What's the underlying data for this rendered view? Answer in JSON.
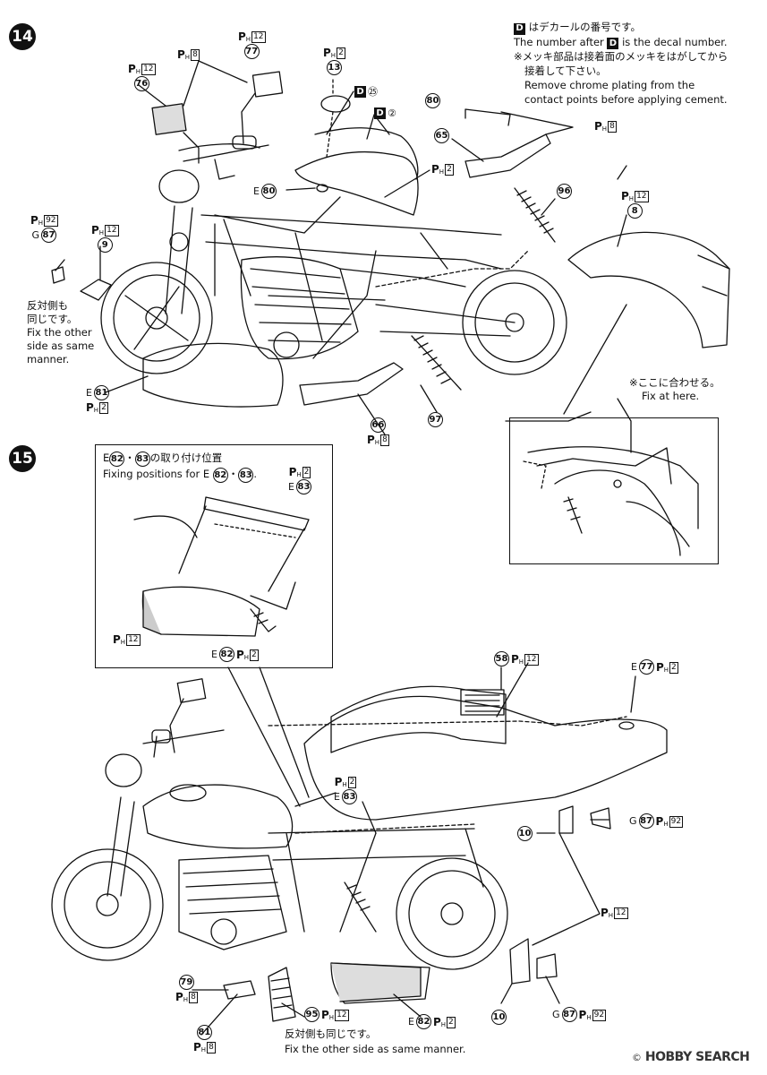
{
  "header": {
    "decal_note_jp": "はデカールの番号です。",
    "decal_note_en_a": "The number after",
    "decal_note_en_b": "is the decal number.",
    "decal_key": "D",
    "chrome_note_jp_1": "※メッキ部品は接着面のメッキをはがしてから",
    "chrome_note_jp_2": "接着して下さい。",
    "chrome_note_en_1": "Remove chrome plating from the",
    "chrome_note_en_2": "contact points before applying cement."
  },
  "steps": {
    "s14": "14",
    "s15": "15"
  },
  "ph": {
    "prefix": "P",
    "sub": "H"
  },
  "step14": {
    "labels": {
      "p77": "77",
      "p77_ph": "12",
      "p76": "76",
      "p76_ph": "12",
      "p13": "13",
      "p13_ph": "2",
      "ph8_top": "8",
      "d25": "㉕",
      "d2": "②",
      "p80": "80",
      "p80_ph": "8",
      "p65": "65",
      "p65_ph": "2",
      "e80_prefix": "E",
      "e80": "80",
      "p96": "96",
      "p8": "8",
      "p8_ph": "12",
      "g87_prefix": "G",
      "g87": "87",
      "g87_ph": "92",
      "p9": "9",
      "p9_ph": "12",
      "e81_prefix": "E",
      "e81": "81",
      "e81_ph": "2",
      "p66": "66",
      "p66_ph": "8",
      "p97": "97"
    },
    "side_note_jp_1": "反対側も",
    "side_note_jp_2": "同じです。",
    "side_note_en_1": "Fix the other",
    "side_note_en_2": "side as same",
    "side_note_en_3": "manner.",
    "inset_jp": "※ここに合わせる。",
    "inset_en": "Fix at here."
  },
  "step15": {
    "inset_title_jp": "の取り付け位置",
    "inset_title_en": "Fixing positions for E",
    "inset_e": "E",
    "n82": "82",
    "n83": "83",
    "dot": "・",
    "period": ".",
    "labels": {
      "inset_e83_ph": "2",
      "inset_e83": "83",
      "inset_ph12": "12",
      "inset_e82": "82",
      "inset_e82_ph": "2",
      "p58": "58",
      "p58_ph": "12",
      "e77": "77",
      "e77_ph": "2",
      "e83": "83",
      "e83_ph": "2",
      "g87a": "87",
      "g87a_ph": "92",
      "p10a": "10",
      "ph12_right": "12",
      "p79": "79",
      "p79_ph": "8",
      "p81": "81",
      "p81_ph": "8",
      "p95": "95",
      "p95_ph": "12",
      "e82": "82",
      "e82_ph": "2",
      "p10b": "10",
      "g87b": "87",
      "g87b_ph": "92"
    },
    "side_note_jp": "反対側も同じです。",
    "side_note_en": "Fix the other side as same manner."
  },
  "watermark": {
    "copyright": "©",
    "brand": "HOBBY SEARCH"
  }
}
